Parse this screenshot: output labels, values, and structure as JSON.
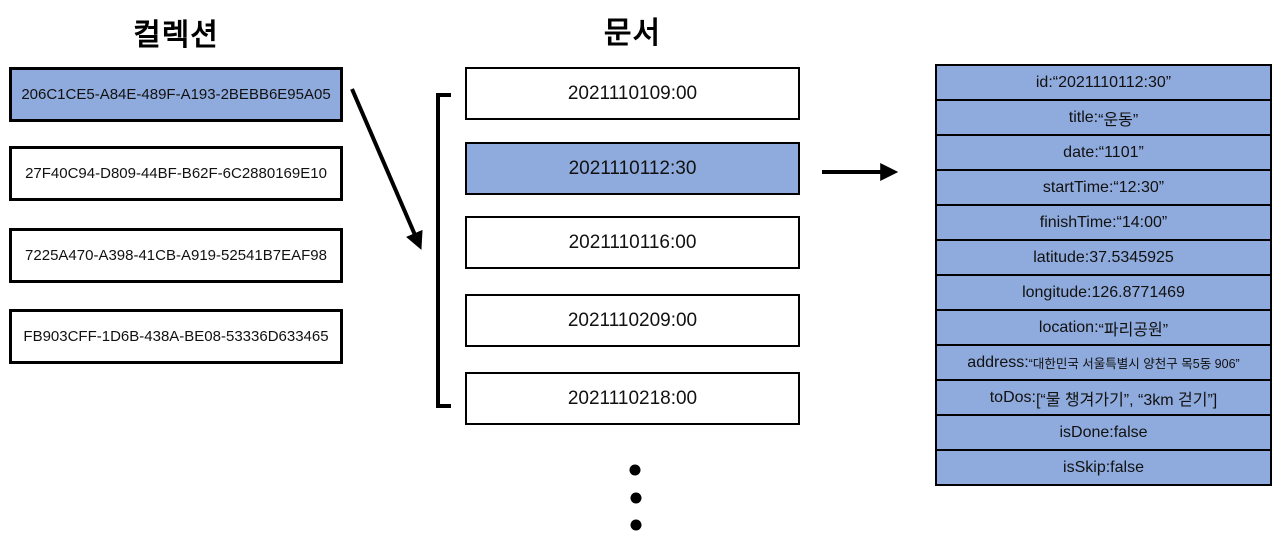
{
  "collection": {
    "title": "컬렉션",
    "items": [
      {
        "id": "206C1CE5-A84E-489F-A193-2BEBB6E95A05",
        "highlighted": true
      },
      {
        "id": "27F40C94-D809-44BF-B62F-6C2880169E10",
        "highlighted": false
      },
      {
        "id": "7225A470-A398-41CB-A919-52541B7EAF98",
        "highlighted": false
      },
      {
        "id": "FB903CFF-1D6B-438A-BE08-53336D633465",
        "highlighted": false
      }
    ]
  },
  "documents": {
    "title": "문서",
    "items": [
      {
        "id": "2021110109:00",
        "highlighted": false
      },
      {
        "id": "2021110112:30",
        "highlighted": true
      },
      {
        "id": "2021110116:00",
        "highlighted": false
      },
      {
        "id": "2021110209:00",
        "highlighted": false
      },
      {
        "id": "2021110218:00",
        "highlighted": false
      }
    ]
  },
  "fields": {
    "separator": " : ",
    "rows": [
      {
        "label": "id",
        "value": "“2021110112:30”"
      },
      {
        "label": "title",
        "value": "“운동”"
      },
      {
        "label": "date",
        "value": "“1101”"
      },
      {
        "label": "startTime",
        "value": "“12:30”"
      },
      {
        "label": "finishTime",
        "value": "“14:00”"
      },
      {
        "label": "latitude",
        "value": "37.5345925"
      },
      {
        "label": "longitude",
        "value": "126.8771469"
      },
      {
        "label": "location",
        "value": "“파리공원”"
      },
      {
        "label": "address",
        "value": "“대한민국 서울특별시 양천구 목5동 906”"
      },
      {
        "label": "toDos",
        "value": "[“물 챙겨가기”, “3km 걷기”]"
      },
      {
        "label": "isDone",
        "value": "false"
      },
      {
        "label": "isSkip",
        "value": "false"
      }
    ]
  },
  "colors": {
    "highlight": "#8FAADC",
    "border": "#000000",
    "background": "#FFFFFF"
  }
}
